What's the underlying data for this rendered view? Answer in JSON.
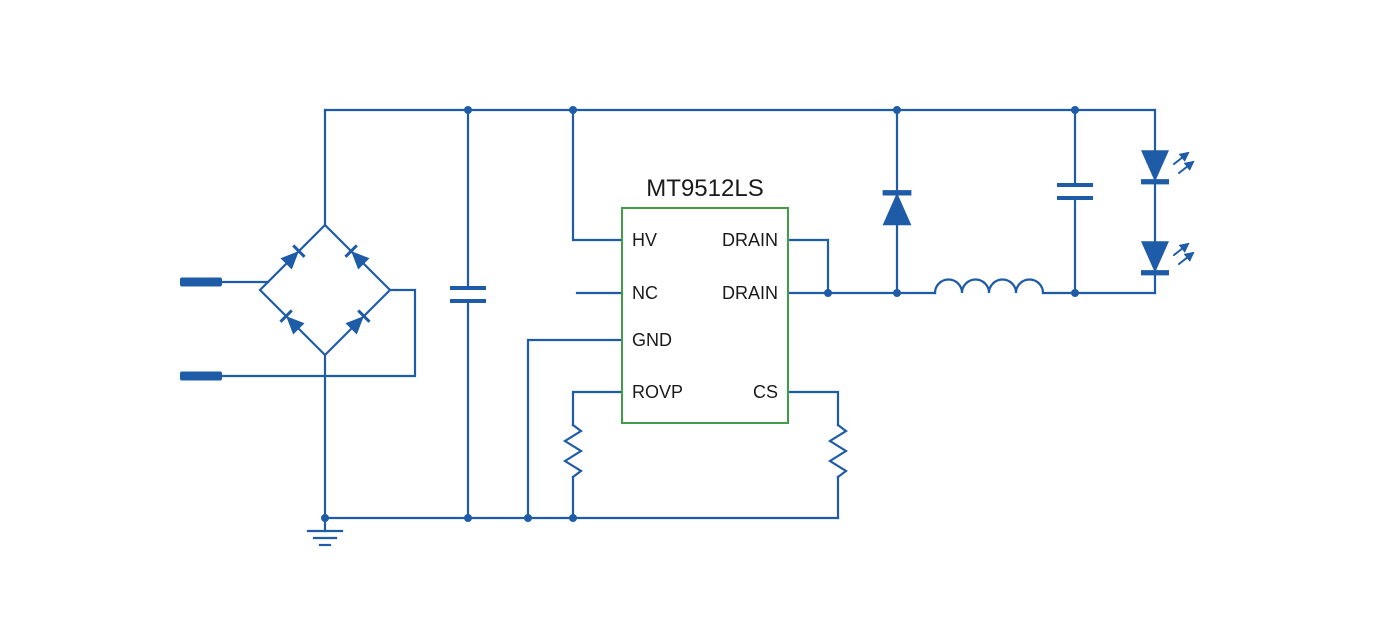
{
  "schematic": {
    "chip": {
      "title": "MT9512LS",
      "left_pins": [
        "HV",
        "NC",
        "GND",
        "ROVP"
      ],
      "right_pins": [
        "DRAIN",
        "DRAIN",
        "CS"
      ]
    },
    "colors": {
      "wire": "#1e5ca8",
      "chip-border": "#3f9e46",
      "label-text": "#1a1a1a",
      "canvas-bg": "#ffffff"
    }
  }
}
